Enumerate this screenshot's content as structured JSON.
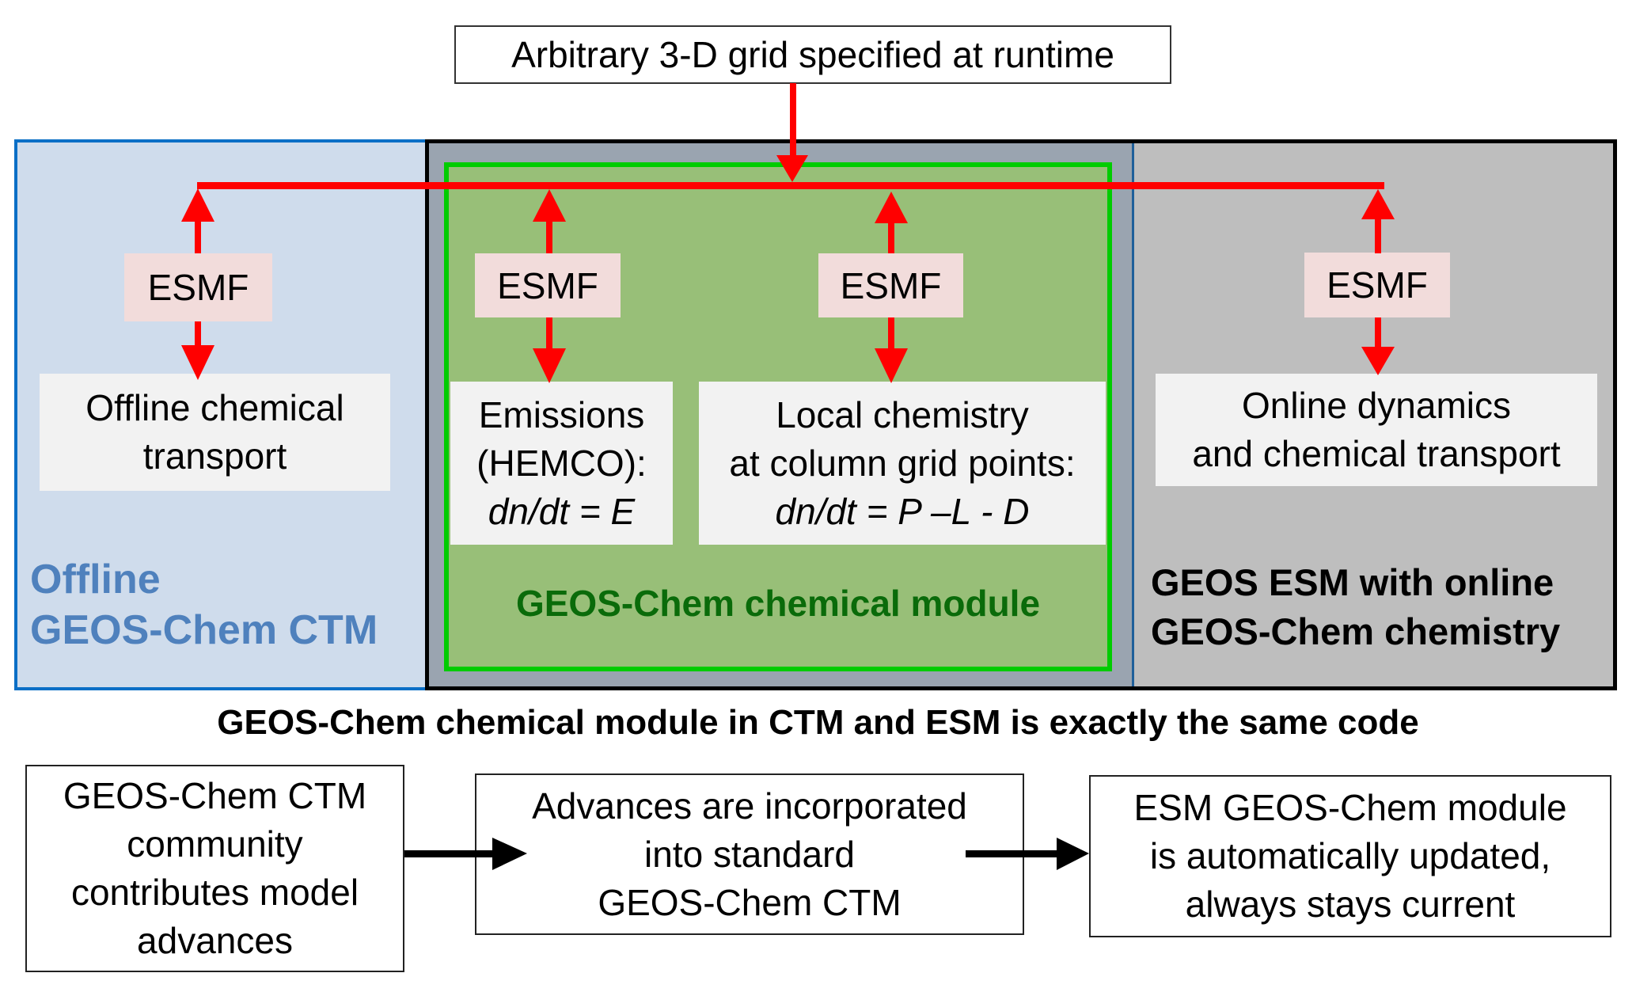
{
  "top_box": {
    "text": "Arbitrary 3-D grid specified at runtime"
  },
  "panels": {
    "offline": {
      "label_line1": "Offline",
      "label_line2": "GEOS-Chem CTM",
      "esmf": "ESMF",
      "box_line1": "Offline chemical",
      "box_line2": "transport"
    },
    "module": {
      "label": "GEOS-Chem chemical module",
      "emissions": {
        "esmf": "ESMF",
        "line1": "Emissions",
        "line2": "(HEMCO):",
        "equation": "dn/dt = E"
      },
      "chemistry": {
        "esmf": "ESMF",
        "line1": "Local chemistry",
        "line2": "at column grid points:",
        "equation": "dn/dt = P –L - D"
      }
    },
    "esm": {
      "label_line1": "GEOS ESM with online",
      "label_line2": "GEOS-Chem chemistry",
      "esmf": "ESMF",
      "box_line1": "Online dynamics",
      "box_line2": "and chemical transport"
    }
  },
  "caption": "GEOS-Chem chemical module in CTM and ESM is exactly the same code",
  "flow": [
    {
      "lines": [
        "GEOS-Chem CTM",
        "community",
        "contributes model",
        "advances"
      ]
    },
    {
      "lines": [
        "Advances are incorporated",
        "into standard",
        "GEOS-Chem CTM"
      ]
    },
    {
      "lines": [
        "ESM GEOS-Chem module",
        "is automatically updated,",
        "always stays current"
      ]
    }
  ],
  "colors": {
    "arrow_red": "#ff0000",
    "offline_label": "#4f81bd",
    "module_label": "#0a6b0a",
    "module_border": "#00cc00",
    "esmf_fill": "#f2dcdb"
  }
}
